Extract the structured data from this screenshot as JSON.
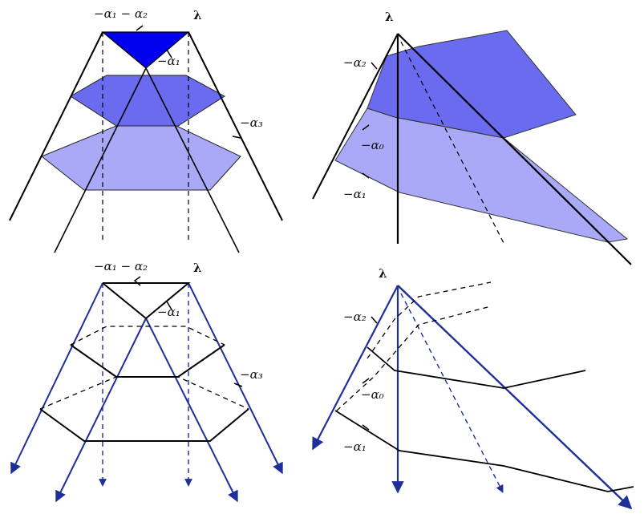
{
  "panels": {
    "top_left": {
      "label_top": "−α₁ − α₂",
      "label_lambda": "λ",
      "label_alpha1": "−α₁",
      "label_alpha3": "−α₃"
    },
    "top_right": {
      "label_lambda": "λ",
      "label_alpha2": "−α₂",
      "label_alpha0": "−α₀",
      "label_alpha1": "−α₁"
    },
    "bottom_left": {
      "label_top": "−α₁ − α₂",
      "label_lambda": "λ",
      "label_alpha1": "−α₁",
      "label_alpha3": "−α₃"
    },
    "bottom_right": {
      "label_lambda": "λ",
      "label_alpha2": "−α₂",
      "label_alpha0": "−α₀",
      "label_alpha1": "−α₁"
    }
  },
  "colors": {
    "dark_blue_fill": "#0000ee",
    "mid_blue_fill": "#6b6bf0",
    "light_blue_fill": "#a9a9f7",
    "arrow_blue": "#1f2f9a",
    "line_black": "#000000"
  }
}
